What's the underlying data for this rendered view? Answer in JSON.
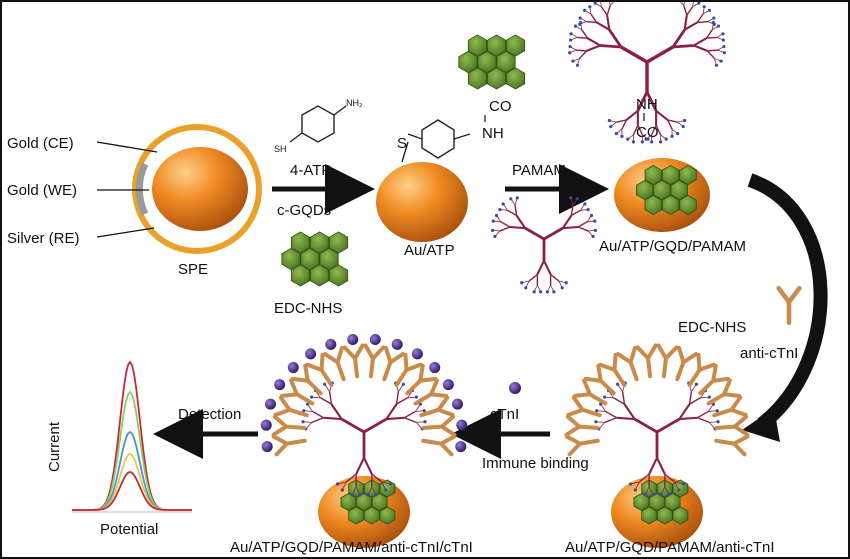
{
  "electrode": {
    "ce_label": "Gold (CE)",
    "we_label": "Gold (WE)",
    "re_label": "Silver (RE)",
    "name": "SPE"
  },
  "step1": {
    "reagent": "4-ATP",
    "gqd": "c-GQDs",
    "activator": "EDC-NHS",
    "sh": "SH",
    "nh2": "NH₂"
  },
  "au_atp": {
    "label": "Au/ATP",
    "s": "S",
    "nh": "NH",
    "co": "CO"
  },
  "step2": {
    "reagent": "PAMAM"
  },
  "au_atp_gqd_pamam": {
    "label": "Au/ATP/GQD/PAMAM",
    "nh": "NH",
    "co": "CO"
  },
  "step3": {
    "activator": "EDC-NHS",
    "antibody": "anti-cTnI"
  },
  "antibody_electrode": {
    "label": "Au/ATP/GQD/PAMAM/anti-cTnI"
  },
  "step4": {
    "analyte": "cTnI",
    "process": "Immune binding"
  },
  "final_electrode": {
    "label": "Au/ATP/GQD/PAMAM/anti-cTnI/cTnI"
  },
  "readout": {
    "detection": "Detection",
    "ylabel": "Current",
    "xlabel": "Potential"
  },
  "colors": {
    "gold_sphere": "#e8801c",
    "gqd_green": "#5f8a2c",
    "antibody": "#c98a4a",
    "ctni_purple": "#4a2a8a",
    "dendrimer": "#8a1f4a"
  }
}
